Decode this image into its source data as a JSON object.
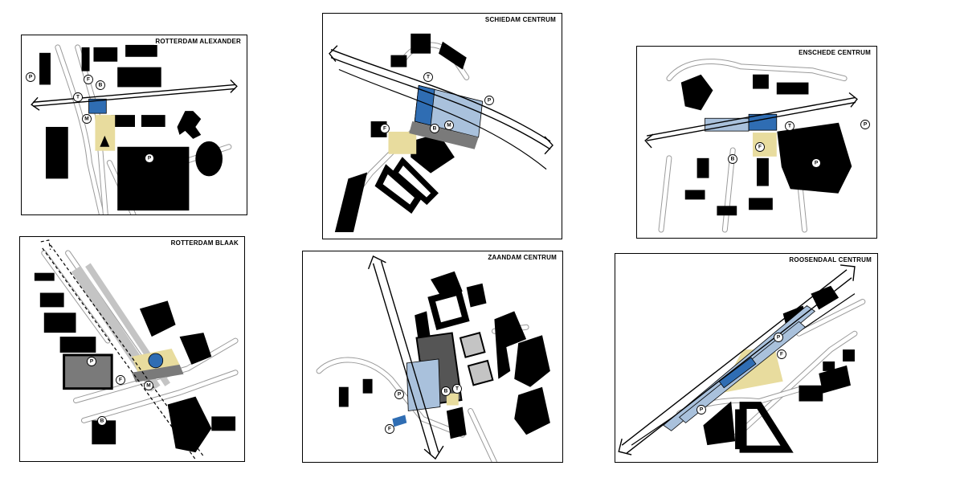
{
  "colors": {
    "station_blue": "#2f6db3",
    "platform_lightblue": "#a9c1dc",
    "square_yellow": "#e8dc9e",
    "grey": "#7a7a7a",
    "lightgrey": "#c4c4c4"
  },
  "panels": [
    {
      "id": "rotterdam-alexander",
      "title": "ROTTERDAM ALEXANDER"
    },
    {
      "id": "schiedam-centrum",
      "title": "SCHIEDAM CENTRUM"
    },
    {
      "id": "enschede-centrum",
      "title": "ENSCHEDE CENTRUM"
    },
    {
      "id": "rotterdam-blaak",
      "title": "ROTTERDAM BLAAK"
    },
    {
      "id": "zaandam-centrum",
      "title": "ZAANDAM CENTRUM"
    },
    {
      "id": "roosendaal-centrum",
      "title": "ROOSENDAAL CENTRUM"
    }
  ],
  "markers": {
    "parking": "P",
    "tram": "T",
    "bus": "B",
    "metro": "M",
    "bike": "F"
  }
}
